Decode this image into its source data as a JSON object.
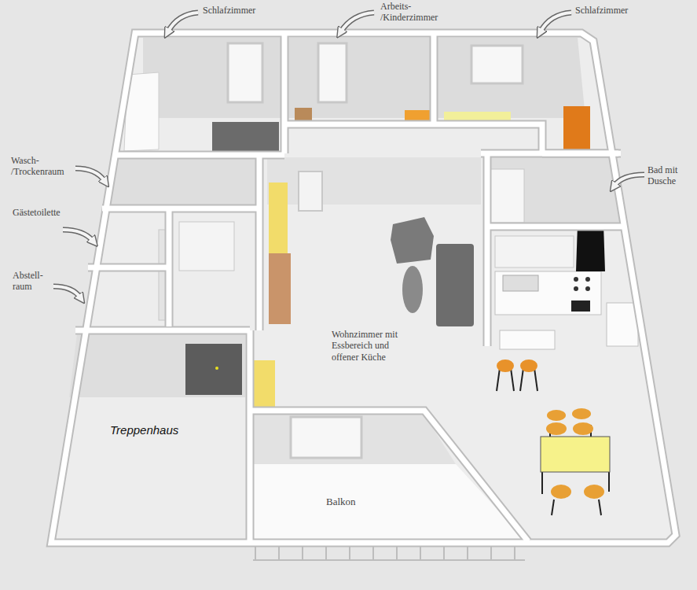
{
  "diagram": {
    "nodes": [
      {
        "text": [
          "Treppenhaus"
        ]
      },
      {
        "text": [
          "Wohnzimmer mit Essbereich und offener Küche"
        ]
      },
      {
        "text": [
          "Balkon"
        ]
      }
    ],
    "labels": [
      "Schlafzimmer",
      "Arbeits- /Kinderzimmer",
      "Schlafzimmer",
      "Wasch- /Trockenraum",
      "Gästetoilette",
      "Abstell- raum",
      "Bad mit Dusche"
    ]
  }
}
